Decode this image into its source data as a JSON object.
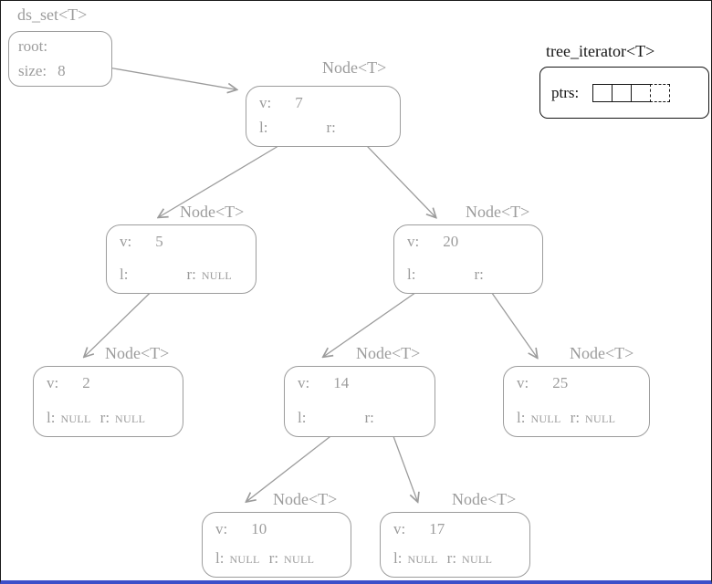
{
  "colors": {
    "diagram_gray": "#9c9c9c",
    "iterator_black": "#151515",
    "bottom_line_blue": "#3d4fc9"
  },
  "set_box": {
    "title": "ds_set<T>",
    "root_label": "root:",
    "size_label": "size:",
    "size_value": "8"
  },
  "iterator": {
    "title": "tree_iterator<T>",
    "ptrs_label": "ptrs:",
    "cells": [
      "empty",
      "empty",
      "empty",
      "empty-dashed"
    ]
  },
  "nodes": [
    {
      "title": "Node<T>",
      "v_label": "v:",
      "value": "7",
      "l_label": "l:",
      "l_value": "",
      "r_label": "r:",
      "r_value": ""
    },
    {
      "title": "Node<T>",
      "v_label": "v:",
      "value": "5",
      "l_label": "l:",
      "l_value": "",
      "r_label": "r:",
      "r_value": "NULL"
    },
    {
      "title": "Node<T>",
      "v_label": "v:",
      "value": "20",
      "l_label": "l:",
      "l_value": "",
      "r_label": "r:",
      "r_value": ""
    },
    {
      "title": "Node<T>",
      "v_label": "v:",
      "value": "2",
      "l_label": "l:",
      "l_value": "NULL",
      "r_label": "r:",
      "r_value": "NULL"
    },
    {
      "title": "Node<T>",
      "v_label": "v:",
      "value": "14",
      "l_label": "l:",
      "l_value": "",
      "r_label": "r:",
      "r_value": ""
    },
    {
      "title": "Node<T>",
      "v_label": "v:",
      "value": "25",
      "l_label": "l:",
      "l_value": "NULL",
      "r_label": "r:",
      "r_value": "NULL"
    },
    {
      "title": "Node<T>",
      "v_label": "v:",
      "value": "10",
      "l_label": "l:",
      "l_value": "NULL",
      "r_label": "r:",
      "r_value": "NULL"
    },
    {
      "title": "Node<T>",
      "v_label": "v:",
      "value": "17",
      "l_label": "l:",
      "l_value": "NULL",
      "r_label": "r:",
      "r_value": "NULL"
    }
  ],
  "edges": [
    {
      "from": "ds_set.root",
      "to": "node 7"
    },
    {
      "from": "node 7.l",
      "to": "node 5"
    },
    {
      "from": "node 7.r",
      "to": "node 20"
    },
    {
      "from": "node 5.l",
      "to": "node 2"
    },
    {
      "from": "node 20.l",
      "to": "node 14"
    },
    {
      "from": "node 20.r",
      "to": "node 25"
    },
    {
      "from": "node 14.l",
      "to": "node 10"
    },
    {
      "from": "node 14.r",
      "to": "node 17"
    }
  ]
}
